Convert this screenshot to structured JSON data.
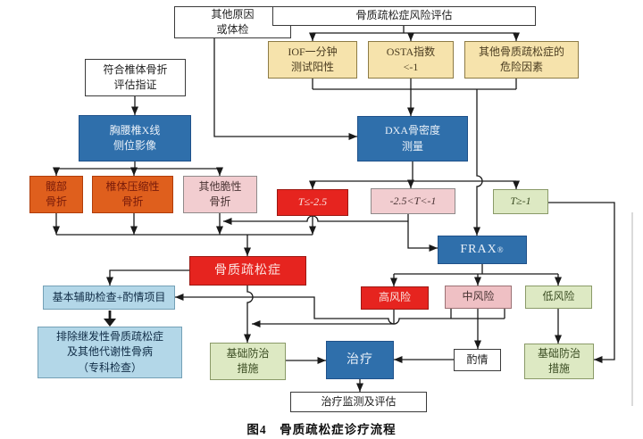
{
  "caption": "图4　骨质疏松症诊疗流程",
  "nodes": {
    "other_cause": {
      "label": "其他原因\n或体检"
    },
    "risk_assess": {
      "label": "骨质疏松症风险评估"
    },
    "iof": {
      "label": "IOF一分钟\n测试阳性"
    },
    "osta": {
      "label": "OSTA指数\n<-1"
    },
    "risk_factors": {
      "label": "其他骨质疏松症的\n危险因素"
    },
    "vert_indication": {
      "label": "符合椎体骨折\n评估指证"
    },
    "xray": {
      "label": "胸腰椎X线\n侧位影像"
    },
    "dxa": {
      "label": "DXA骨密度\n测量"
    },
    "hip_fracture": {
      "label": "髋部\n骨折"
    },
    "vert_fracture": {
      "label": "椎体压缩性\n骨折"
    },
    "other_fragility": {
      "label": "其他脆性\n骨折"
    },
    "t_low": {
      "label": "T≤-2.5"
    },
    "t_mid": {
      "label": "-2.5<T<-1"
    },
    "t_high": {
      "label": "T≥-1"
    },
    "frax": {
      "label": "FRAX",
      "sup": "®"
    },
    "osteoporosis": {
      "label": "骨质疏松症"
    },
    "basic_exam": {
      "label": "基本辅助检查+酌情项目"
    },
    "exclude": {
      "label": "排除继发性骨质疏松症\n及其他代谢性骨病\n（专科检查）"
    },
    "high_risk": {
      "label": "高风险"
    },
    "mid_risk": {
      "label": "中风险"
    },
    "low_risk": {
      "label": "低风险"
    },
    "basic_measures_left": {
      "label": "基础防治\n措施"
    },
    "treatment": {
      "label": "治疗"
    },
    "discretion": {
      "label": "酌情"
    },
    "basic_measures_right": {
      "label": "基础防治\n措施"
    },
    "monitor": {
      "label": "治疗监测及评估"
    }
  },
  "colors": {
    "line": "#1a1a1a",
    "yellow_box": "#f6e3ac",
    "blue_box": "#2f6fab",
    "orange_box": "#df5f1d",
    "red_box": "#e6241f",
    "pink_box": "#efc0c4",
    "green_box": "#dde9c3",
    "lightblue_box": "#b3d7e8"
  }
}
